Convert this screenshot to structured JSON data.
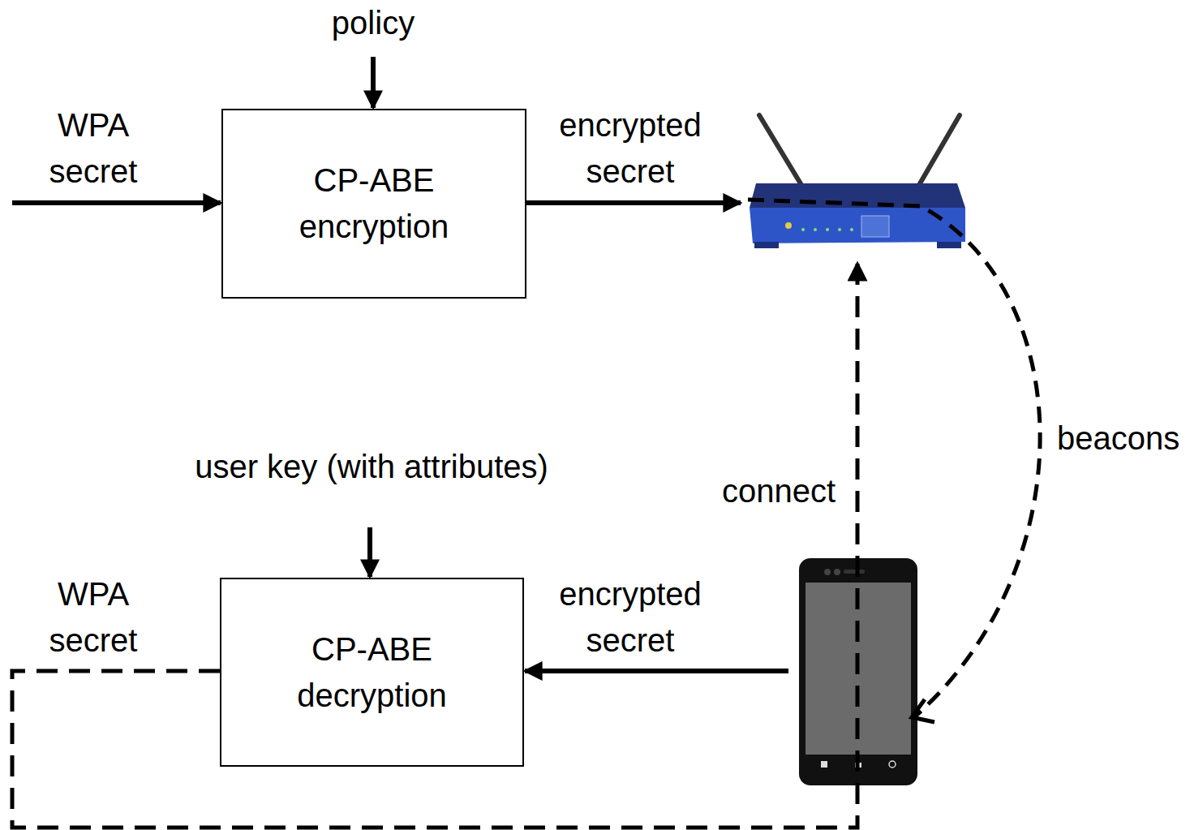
{
  "diagram": {
    "nodes": [
      {
        "text": [
          "CP-ABE encryption"
        ]
      },
      {
        "text": [
          "CP-ABE decryption"
        ]
      }
    ],
    "labels": [
      "policy",
      "WPA secret",
      "encrypted secret",
      "beacons",
      "user key (with attributes)",
      "connect",
      "encrypted secret",
      "WPA secret"
    ]
  }
}
